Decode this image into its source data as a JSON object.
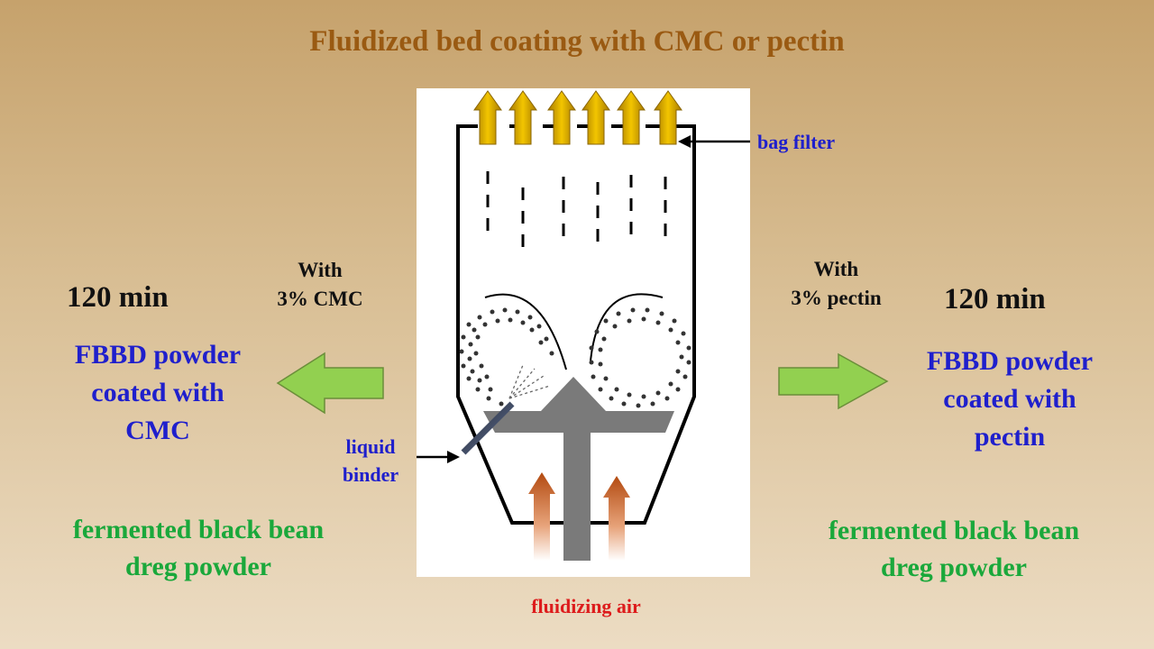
{
  "title": "Fluidized bed coating with CMC or pectin",
  "left": {
    "time": "120 min",
    "condition": [
      "With",
      "3% CMC"
    ],
    "product": [
      "FBBD powder",
      "coated with",
      "CMC"
    ],
    "raw": [
      "fermented black bean",
      "dreg powder"
    ]
  },
  "right": {
    "time": "120 min",
    "condition": [
      "With",
      "3% pectin"
    ],
    "product": [
      "FBBD powder",
      "coated with",
      "pectin"
    ],
    "raw": [
      "fermented black bean",
      "dreg powder"
    ]
  },
  "diagram": {
    "bag_filter_label": "bag filter",
    "liquid_binder_label": [
      "liquid",
      "binder"
    ],
    "fluidizing_air_label": "fluidizing air"
  },
  "colors": {
    "title": "#9a5a12",
    "product_text": "#1f1fcc",
    "raw_text": "#1aa83b",
    "air_label": "#dd1c1c",
    "arrow_fill": "#92d050",
    "exhaust_arrow": "#e0a800",
    "inlet_arrow": "#c0561e"
  }
}
